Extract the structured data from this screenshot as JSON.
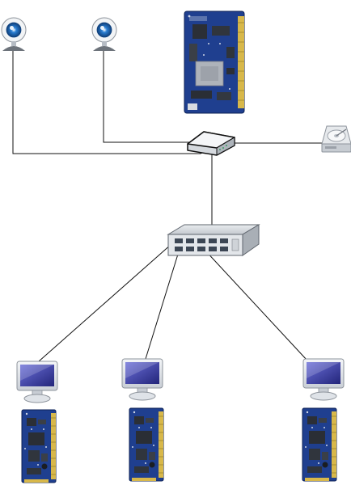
{
  "diagram": {
    "nodes": [
      {
        "id": "camera-1",
        "icon": "webcam-icon"
      },
      {
        "id": "camera-2",
        "icon": "webcam-icon"
      },
      {
        "id": "main-board",
        "icon": "circuit-board-icon"
      },
      {
        "id": "router",
        "icon": "router-icon"
      },
      {
        "id": "storage",
        "icon": "hard-drive-icon"
      },
      {
        "id": "network-switch",
        "icon": "network-switch-icon"
      },
      {
        "id": "monitor-1",
        "icon": "monitor-icon"
      },
      {
        "id": "monitor-2",
        "icon": "monitor-icon"
      },
      {
        "id": "monitor-3",
        "icon": "monitor-icon"
      },
      {
        "id": "module-1",
        "icon": "compute-module-icon"
      },
      {
        "id": "module-2",
        "icon": "compute-module-icon"
      },
      {
        "id": "module-3",
        "icon": "compute-module-icon"
      }
    ],
    "edges": [
      [
        "camera-1",
        "router"
      ],
      [
        "camera-2",
        "router"
      ],
      [
        "router",
        "storage"
      ],
      [
        "router",
        "network-switch"
      ],
      [
        "network-switch",
        "monitor-1"
      ],
      [
        "network-switch",
        "monitor-2"
      ],
      [
        "network-switch",
        "monitor-3"
      ]
    ],
    "colors": {
      "line": "#111111",
      "board_blue": "#1f3f8f",
      "board_gold": "#d8b84a",
      "camera_blue": "#2a7fd4",
      "device_gray": "#d9dde2",
      "screen_blue": "#3d3f9e"
    }
  }
}
